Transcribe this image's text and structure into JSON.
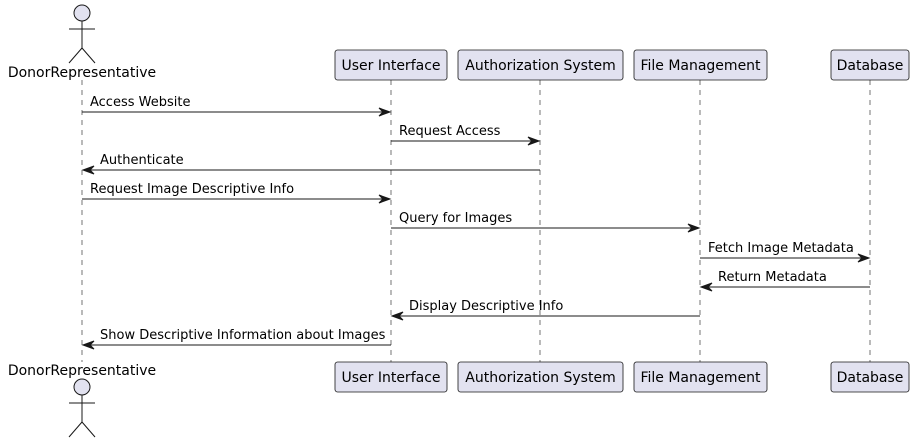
{
  "diagram": {
    "type": "sequence",
    "colors": {
      "participant_fill": "#e2e2f0",
      "stroke": "#181818",
      "text": "#000000"
    },
    "actor": {
      "id": "donor",
      "label": "DonorRepresentative"
    },
    "participants": [
      {
        "id": "ui",
        "label": "User Interface"
      },
      {
        "id": "auth",
        "label": "Authorization System"
      },
      {
        "id": "fm",
        "label": "File Management"
      },
      {
        "id": "db",
        "label": "Database"
      }
    ],
    "messages": [
      {
        "from": "donor",
        "to": "ui",
        "label": "Access Website"
      },
      {
        "from": "ui",
        "to": "auth",
        "label": "Request Access"
      },
      {
        "from": "auth",
        "to": "donor",
        "label": "Authenticate"
      },
      {
        "from": "donor",
        "to": "ui",
        "label": "Request Image Descriptive Info"
      },
      {
        "from": "ui",
        "to": "fm",
        "label": "Query for Images"
      },
      {
        "from": "fm",
        "to": "db",
        "label": "Fetch Image Metadata"
      },
      {
        "from": "db",
        "to": "fm",
        "label": "Return Metadata"
      },
      {
        "from": "fm",
        "to": "ui",
        "label": "Display Descriptive Info"
      },
      {
        "from": "ui",
        "to": "donor",
        "label": "Show Descriptive Information about Images"
      }
    ]
  }
}
